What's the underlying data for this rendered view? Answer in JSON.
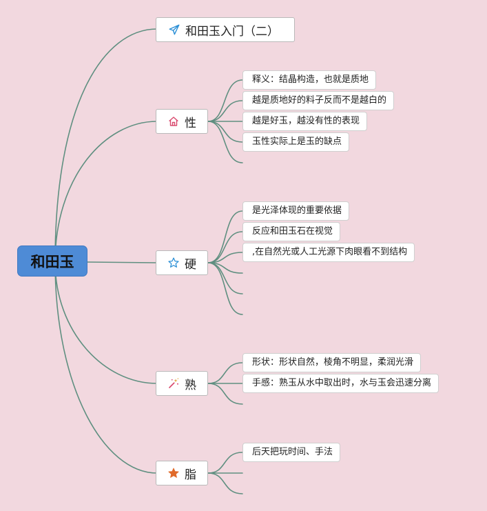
{
  "root": {
    "label": "和田玉"
  },
  "title": {
    "label": "和田玉入门（二）",
    "icon": "paper-plane-icon"
  },
  "branches": [
    {
      "id": "xing",
      "label": "性",
      "icon": "home-icon",
      "leaves": [
        "释义：结晶构造，也就是质地",
        "越是质地好的料子反而不是越白的",
        "越是好玉，越没有性的表现",
        "玉性实际上是玉的缺点"
      ]
    },
    {
      "id": "ying",
      "label": "硬",
      "icon": "star-outline-icon",
      "leaves": [
        "是光泽体现的重要依据",
        "反应和田玉石在视觉",
        ",在自然光或人工光源下肉眼看不到结构"
      ]
    },
    {
      "id": "shu",
      "label": "熟",
      "icon": "magic-wand-icon",
      "leaves": [
        "形状：形状自然，棱角不明显，柔润光滑",
        "手感：熟玉从水中取出时，水与玉会迅速分离"
      ]
    },
    {
      "id": "zhi",
      "label": "脂",
      "icon": "star-filled-icon",
      "leaves": [
        "后天把玩时间、手法"
      ]
    }
  ],
  "colors": {
    "background": "#f2d8df",
    "connector": "#5f8f80",
    "root_fill": "#4e8bd6"
  }
}
